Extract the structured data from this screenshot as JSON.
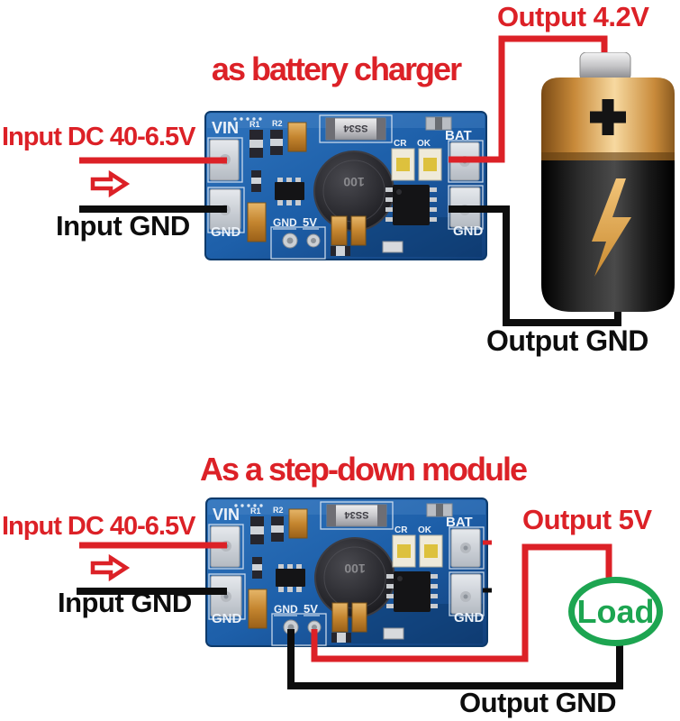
{
  "palette": {
    "red": "#DC2127",
    "black": "#0D0D0D",
    "green": "#1DA551",
    "pcb_blue": "#1D5FA9"
  },
  "charger": {
    "title": "as battery charger",
    "output_v": "Output 4.2V",
    "input_v": "Input DC 40-6.5V",
    "input_gnd": "Input GND",
    "output_gnd": "Output GND"
  },
  "stepdown": {
    "title": "As a step-down module",
    "output_v": "Output 5V",
    "input_v": "Input DC 40-6.5V",
    "input_gnd": "Input GND",
    "output_gnd": "Output GND",
    "load": "Load"
  },
  "module": {
    "vin": "VIN",
    "gnd_left": "GND",
    "bat": "BAT",
    "gnd_right": "GND",
    "r1": "R1",
    "r2": "R2",
    "cr": "CR",
    "ok": "OK",
    "gnd_pad": "GND",
    "v5_pad": "5V",
    "diode_marking": "SS34",
    "inductor_marking": "100"
  }
}
